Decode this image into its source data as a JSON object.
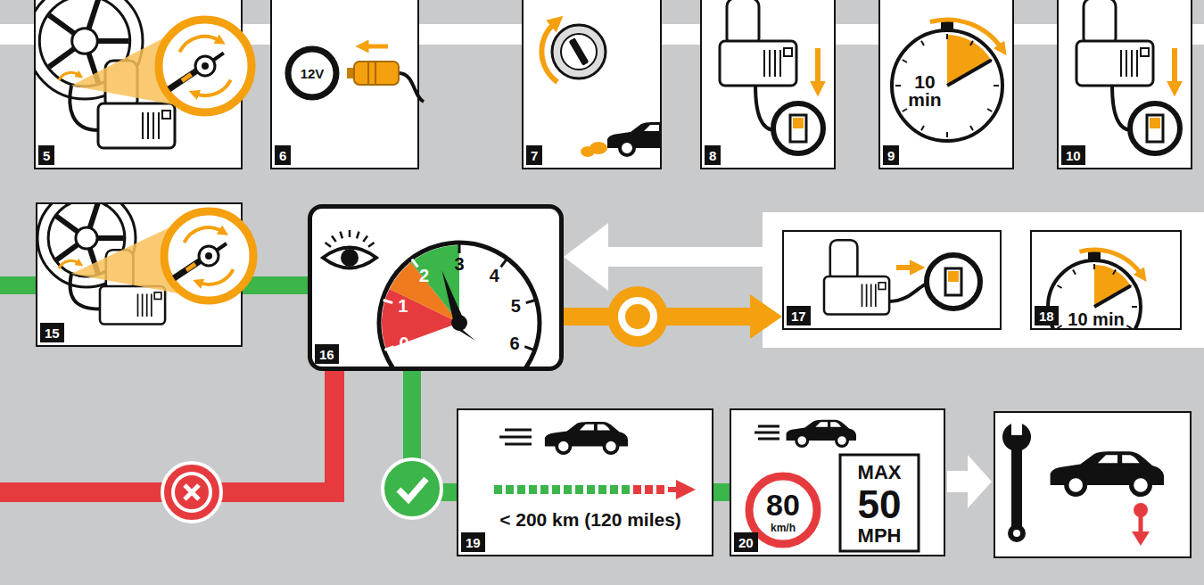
{
  "diagram": {
    "nodes": [
      {
        "text": [
          "5"
        ]
      },
      {
        "text": [
          "12V",
          "6"
        ]
      },
      {
        "text": [
          "7"
        ]
      },
      {
        "text": [
          "8"
        ]
      },
      {
        "text": [
          "10 min",
          "9"
        ]
      },
      {
        "text": [
          "10"
        ]
      },
      {
        "text": [
          "15"
        ]
      },
      {
        "text": [
          "0",
          "1",
          "2",
          "3",
          "4",
          "5",
          "6",
          "16"
        ]
      },
      {
        "text": [
          "17"
        ]
      },
      {
        "text": [
          "10 min",
          "18"
        ]
      },
      {
        "text": [
          "< 200 km (120 miles)",
          "19"
        ]
      },
      {
        "text": [
          "80",
          "km/h",
          "MAX",
          "50",
          "MPH",
          "20"
        ]
      }
    ],
    "edges": [
      {
        "from": 6,
        "to": 7,
        "arrow": "none"
      },
      {
        "from": 7,
        "to": 8,
        "arrow": "to"
      },
      {
        "from": 8,
        "to": 7,
        "arrow": "to"
      },
      {
        "from": 7,
        "to": 10,
        "arrow": "none"
      },
      {
        "from": 10,
        "to": 11,
        "arrow": "none"
      }
    ]
  }
}
